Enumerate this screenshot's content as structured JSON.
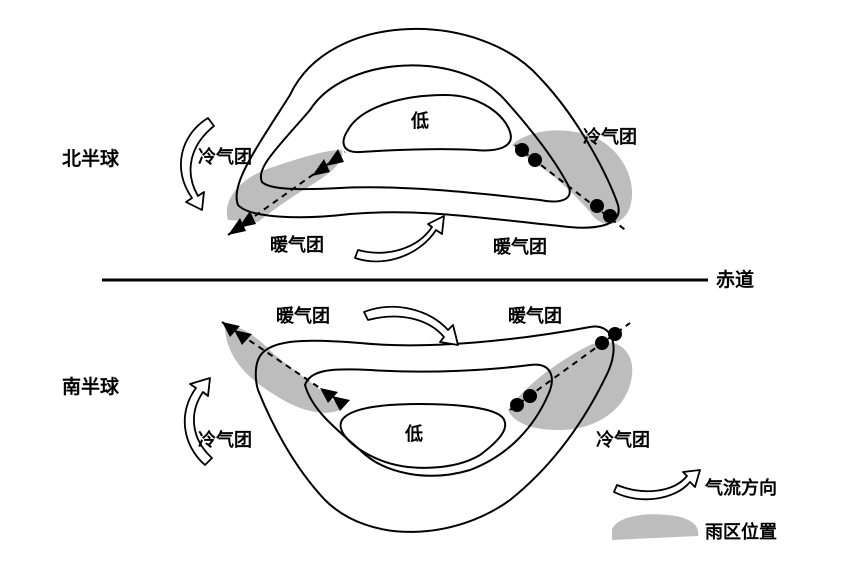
{
  "labels": {
    "northern_hemisphere": "北半球",
    "southern_hemisphere": "南半球",
    "equator": "赤道",
    "low_north": "低",
    "low_south": "低",
    "cold_mass": "冷气团",
    "warm_mass": "暖气团"
  },
  "legend": {
    "airflow": "气流方向",
    "rain_area": "雨区位置"
  },
  "colors": {
    "line": "#000000",
    "rain_area": "#bdbdbd",
    "background": "#ffffff"
  }
}
